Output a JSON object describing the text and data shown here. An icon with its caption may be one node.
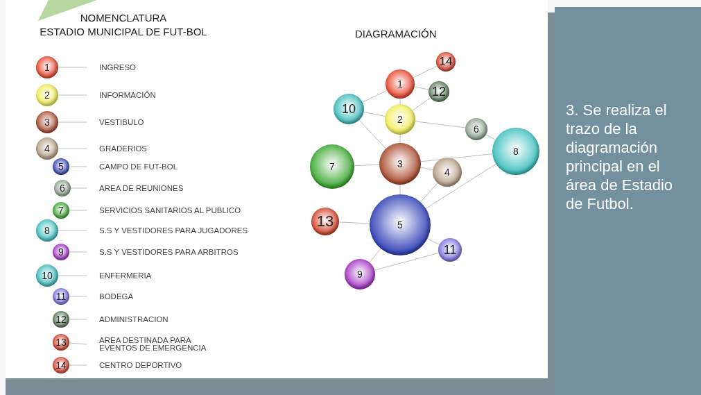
{
  "diagram": {
    "title": "NOMENCLATURA",
    "nodes": [
      {
        "text": [
          "1"
        ]
      },
      {
        "text": [
          "INGRESO"
        ]
      },
      {
        "text": [
          "2"
        ]
      },
      {
        "text": [
          "INFORMACIÓN"
        ]
      },
      {
        "text": [
          "3"
        ]
      },
      {
        "text": [
          "VESTIBULO"
        ]
      },
      {
        "text": [
          "4"
        ]
      },
      {
        "text": [
          "GRADERIOS"
        ]
      },
      {
        "text": [
          "5"
        ]
      },
      {
        "text": [
          "CAMPO DE FUT-BOL"
        ]
      },
      {
        "text": [
          "6"
        ]
      },
      {
        "text": [
          "AREA DE REUNIONES"
        ]
      },
      {
        "text": [
          "7"
        ]
      },
      {
        "text": [
          "SERVICIOS SANITARIOS AL PUBLICO"
        ]
      },
      {
        "text": [
          "8"
        ]
      },
      {
        "text": [
          "S.S Y VESTIDORES PARA JUGADORES"
        ]
      },
      {
        "text": [
          "9"
        ]
      },
      {
        "text": [
          "S.S Y VESTIDORES PARA ARBITROS"
        ]
      },
      {
        "text": [
          "10"
        ]
      },
      {
        "text": [
          "ENFERMERIA"
        ]
      },
      {
        "text": [
          "11"
        ]
      },
      {
        "text": [
          "BODEGA"
        ]
      },
      {
        "text": [
          "12"
        ]
      },
      {
        "text": [
          "ADMINISTRACION"
        ]
      },
      {
        "text": [
          "13"
        ]
      },
      {
        "text": [
          "AREA DESTINADA PARA EVENTOS DE EMERGENCIA"
        ]
      },
      {
        "text": [
          "14"
        ]
      },
      {
        "text": [
          "CENTRO DEPORTIVO"
        ]
      },
      {
        "text": [
          "14"
        ]
      },
      {
        "text": [
          "1"
        ]
      },
      {
        "text": [
          "12"
        ]
      },
      {
        "text": [
          "10"
        ]
      },
      {
        "text": [
          "2"
        ]
      },
      {
        "text": [
          "6"
        ]
      },
      {
        "text": [
          "8"
        ]
      },
      {
        "text": [
          "7"
        ]
      },
      {
        "text": [
          "3"
        ]
      },
      {
        "text": [
          "4"
        ]
      },
      {
        "text": [
          "13"
        ]
      },
      {
        "text": [
          "5"
        ]
      },
      {
        "text": [
          "11"
        ]
      },
      {
        "text": [
          "9"
        ]
      }
    ],
    "edges": [
      {
        "from": 0,
        "to": 1,
        "arrow": "none"
      },
      {
        "from": 2,
        "to": 3,
        "arrow": "none"
      },
      {
        "from": 4,
        "to": 5,
        "arrow": "none"
      },
      {
        "from": 6,
        "to": 7,
        "arrow": "none"
      },
      {
        "from": 8,
        "to": 9,
        "arrow": "none"
      },
      {
        "from": 10,
        "to": 11,
        "arrow": "none"
      },
      {
        "from": 12,
        "to": 13,
        "arrow": "none"
      },
      {
        "from": 14,
        "to": 15,
        "arrow": "none"
      },
      {
        "from": 16,
        "to": 17,
        "arrow": "none"
      },
      {
        "from": 18,
        "to": 19,
        "arrow": "none"
      },
      {
        "from": 20,
        "to": 21,
        "arrow": "none"
      },
      {
        "from": 22,
        "to": 23,
        "arrow": "none"
      },
      {
        "from": 24,
        "to": 25,
        "arrow": "none"
      },
      {
        "from": 26,
        "to": 27,
        "arrow": "none"
      },
      {
        "from": 28,
        "to": 29,
        "arrow": "none"
      },
      {
        "from": 29,
        "to": 30,
        "arrow": "none"
      },
      {
        "from": 29,
        "to": 31,
        "arrow": "none"
      },
      {
        "from": 29,
        "to": 32,
        "arrow": "none"
      },
      {
        "from": 31,
        "to": 32,
        "arrow": "none"
      },
      {
        "from": 30,
        "to": 32,
        "arrow": "none"
      },
      {
        "from": 32,
        "to": 33,
        "arrow": "none"
      },
      {
        "from": 32,
        "to": 36,
        "arrow": "none"
      },
      {
        "from": 31,
        "to": 36,
        "arrow": "none"
      },
      {
        "from": 33,
        "to": 34,
        "arrow": "none"
      },
      {
        "from": 36,
        "to": 34,
        "arrow": "none"
      },
      {
        "from": 36,
        "to": 35,
        "arrow": "none"
      },
      {
        "from": 36,
        "to": 37,
        "arrow": "none"
      },
      {
        "from": 36,
        "to": 39,
        "arrow": "none"
      },
      {
        "from": 37,
        "to": 39,
        "arrow": "none"
      },
      {
        "from": 34,
        "to": 39,
        "arrow": "none"
      },
      {
        "from": 38,
        "to": 39,
        "arrow": "none"
      },
      {
        "from": 39,
        "to": 40,
        "arrow": "none"
      },
      {
        "from": 39,
        "to": 41,
        "arrow": "none"
      },
      {
        "from": 41,
        "to": 40,
        "arrow": "none"
      }
    ],
    "labels": [
      "ESTADIO MUNICIPAL DE FUT-BOL",
      "DIAGRAMACIÓN",
      "3. Se realiza el trazo de la diagramación principal en el área de Estadio de Futbol."
    ]
  }
}
